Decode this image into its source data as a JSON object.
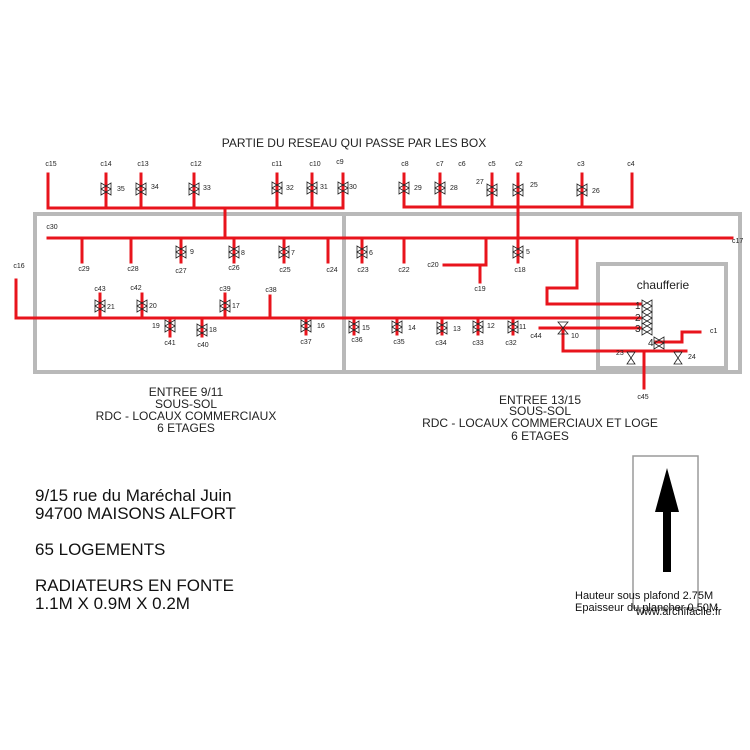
{
  "header_title": "PARTIE DU RESEAU QUI PASSE PAR LES BOX",
  "chaufferie_label": "chaufferie",
  "entree_left": [
    "ENTREE 9/11",
    "SOUS-SOL",
    "RDC - LOCAUX COMMERCIAUX",
    "6 ETAGES"
  ],
  "entree_right": [
    "ENTREE 13/15",
    "SOUS-SOL",
    "RDC - LOCAUX COMMERCIAUX ET LOGE",
    "6 ETAGES"
  ],
  "address": [
    "9/15 rue du Maréchal Juin",
    "94700 MAISONS ALFORT"
  ],
  "logements": "65 LOGEMENTS",
  "radiateurs": [
    "RADIATEURS EN FONTE",
    "1.1M X 0.9M X 0.2M"
  ],
  "hauteur": "Hauteur sous plafond 2.75M",
  "epaisseur": "Epaisseur du plancher 0.50M",
  "watermark": "www.archifacile.fr",
  "colors": {
    "pipe": "#e8141c",
    "wall": "#b9b9b9",
    "text": "#222222"
  },
  "top_circuits": [
    "c15",
    "c14",
    "c13",
    "c12",
    "c11",
    "c10",
    "c9",
    "c8",
    "c7",
    "c6",
    "c5",
    "c2",
    "c3",
    "c4"
  ],
  "top_valves": [
    "35",
    "34",
    "33",
    "32",
    "31",
    "30",
    "29",
    "28",
    "27",
    "25",
    "26"
  ],
  "row1_circuits": [
    "c30",
    "c29",
    "c28",
    "c27",
    "c26",
    "c25",
    "c24",
    "c23",
    "c22",
    "c20",
    "c19",
    "c18",
    "c17"
  ],
  "row1_valves": [
    "9",
    "8",
    "7",
    "6",
    "5"
  ],
  "row2_circuits": [
    "c16",
    "c43",
    "c42",
    "c39",
    "c38",
    "c41",
    "c40",
    "c37",
    "c36",
    "c35",
    "c34",
    "c33",
    "c32",
    "c44"
  ],
  "row2_valves": [
    "21",
    "20",
    "17",
    "19",
    "18",
    "16",
    "15",
    "14",
    "13",
    "12",
    "11",
    "10"
  ],
  "chaufferie_valves": [
    "1",
    "2",
    "3",
    "4",
    "23",
    "24"
  ],
  "chaufferie_circuits": [
    "c1",
    "c45"
  ]
}
